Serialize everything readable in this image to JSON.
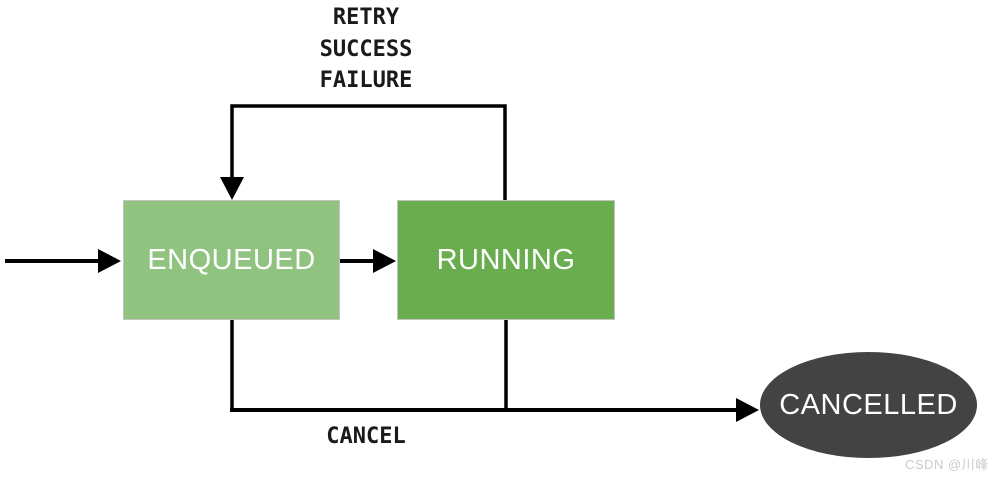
{
  "diagram": {
    "nodes": {
      "enqueued": {
        "label": "ENQUEUED",
        "color": "#90C380",
        "shape": "rect"
      },
      "running": {
        "label": "RUNNING",
        "color": "#69AD4F",
        "shape": "rect"
      },
      "cancelled": {
        "label": "CANCELLED",
        "color": "#434343",
        "shape": "ellipse"
      }
    },
    "loop_labels": [
      "RETRY",
      "SUCCESS",
      "FAILURE"
    ],
    "cancel_label": "CANCEL",
    "edges": [
      {
        "from": "start",
        "to": "enqueued",
        "label": ""
      },
      {
        "from": "enqueued",
        "to": "running",
        "label": ""
      },
      {
        "from": "running",
        "to": "enqueued",
        "labels": [
          "RETRY",
          "SUCCESS",
          "FAILURE"
        ]
      },
      {
        "from": "enqueued+running",
        "to": "cancelled",
        "label": "CANCEL"
      }
    ],
    "colors": {
      "node_text": "#ffffff",
      "line": "#000000",
      "box_border": "#c4c4c4"
    }
  },
  "watermark": {
    "text": "CSDN @川峰",
    "color": "#cec9c9"
  }
}
